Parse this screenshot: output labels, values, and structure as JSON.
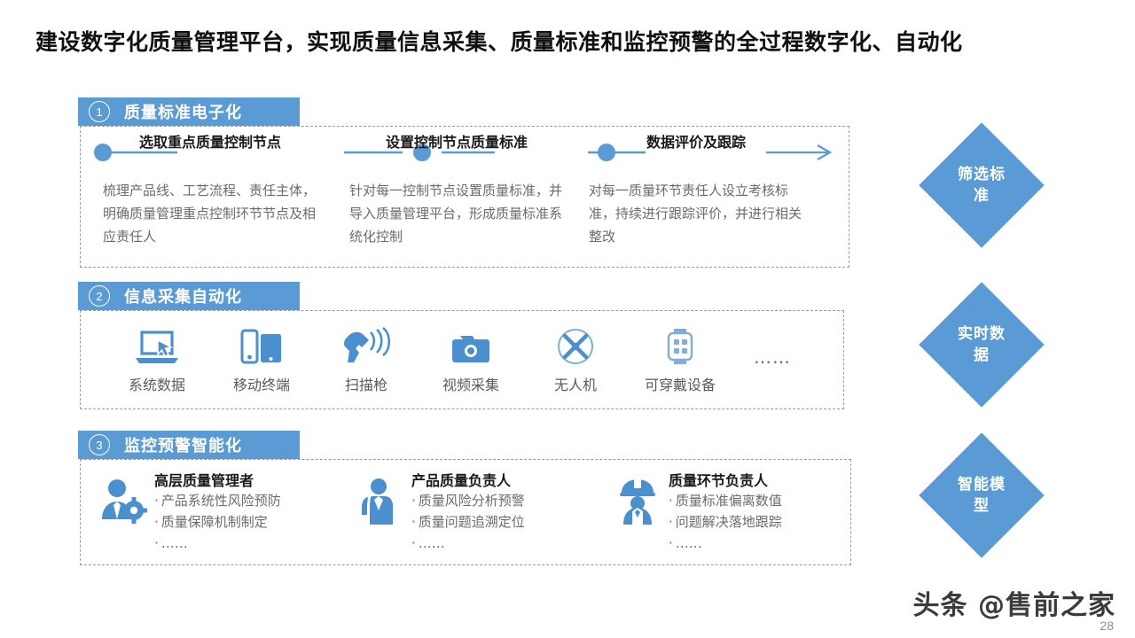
{
  "slide": {
    "title": "建设数字化质量管理平台，实现质量信息采集、质量标准和监控预警的全过程数字化、自动化",
    "page_number": "28",
    "watermark": "头条 @售前之家"
  },
  "colors": {
    "accent_blue": "#5B9BD5",
    "icon_blue": "#4A8FD0",
    "header_text": "#FFFFFF",
    "body_text": "#6B6B6B",
    "title_text": "#101010",
    "bullet_red": "#C0504D",
    "dash_border": "#9A9A9A"
  },
  "sections": [
    {
      "number": "1",
      "title": "质量标准电子化",
      "steps": [
        {
          "heading": "选取重点质量控制节点",
          "description": "梳理产品线、工艺流程、责任主体，明确质量管理重点控制环节节点及相应责任人"
        },
        {
          "heading": "设置控制节点质量标准",
          "description": "针对每一控制节点设置质量标准，并导入质量管理平台，形成质量标准系统化控制"
        },
        {
          "heading": "数据评价及跟踪",
          "description": "对每一质量环节责任人设立考核标准，持续进行跟踪评价，并进行相关整改"
        }
      ]
    },
    {
      "number": "2",
      "title": "信息采集自动化",
      "devices": [
        {
          "icon": "laptop-cursor-icon",
          "label": "系统数据"
        },
        {
          "icon": "mobile-tablet-icon",
          "label": "移动终端"
        },
        {
          "icon": "barcode-scanner-icon",
          "label": "扫描枪"
        },
        {
          "icon": "camera-icon",
          "label": "视频采集"
        },
        {
          "icon": "drone-icon",
          "label": "无人机"
        },
        {
          "icon": "smartwatch-icon",
          "label": "可穿戴设备"
        }
      ],
      "more_label": "……"
    },
    {
      "number": "3",
      "title": "监控预警智能化",
      "roles": [
        {
          "icon": "executive-gear-icon",
          "title": "高层质量管理者",
          "bullets": [
            "产品系统性风险预防",
            "质量保障机制制定",
            "……"
          ]
        },
        {
          "icon": "manager-icon",
          "title": "产品质量负责人",
          "bullets": [
            "质量风险分析预警",
            "质量问题追溯定位",
            "……"
          ]
        },
        {
          "icon": "worker-helmet-icon",
          "title": "质量环节负责人",
          "bullets": [
            "质量标准偏离数值",
            "问题解决落地跟踪",
            "……"
          ]
        }
      ]
    }
  ],
  "diamonds": [
    {
      "line1": "筛选标",
      "line2": "准"
    },
    {
      "line1": "实时数",
      "line2": "据"
    },
    {
      "line1": "智能模",
      "line2": "型"
    }
  ]
}
